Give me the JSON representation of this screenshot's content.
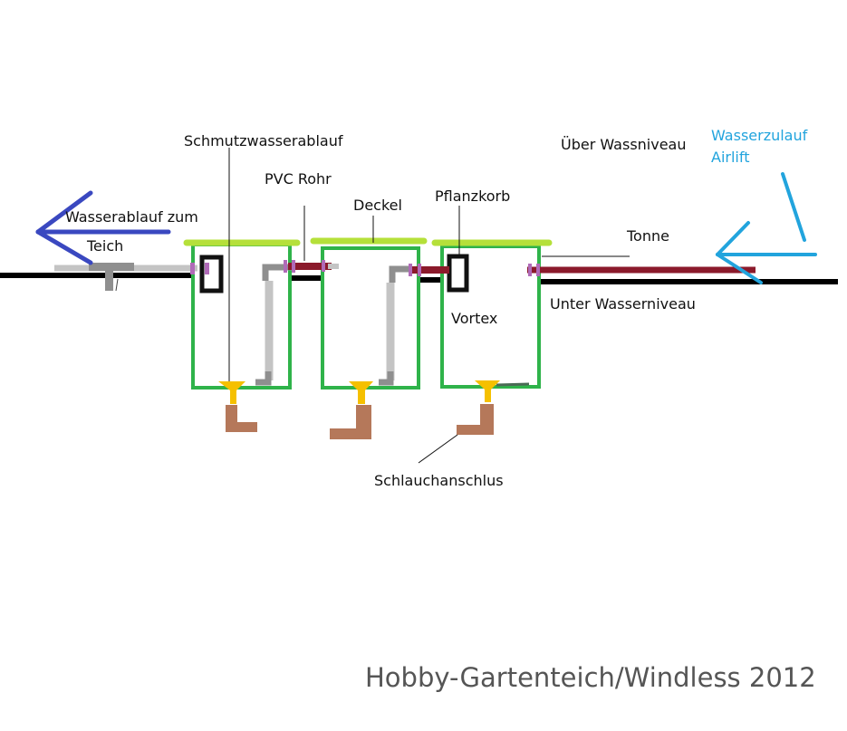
{
  "labels": {
    "schmutzwasserablauf": "Schmutzwasserablauf",
    "ueber_wassniveau": "Über Wassniveau",
    "wasserzulauf_line1": "Wasserzulauf",
    "wasserzulauf_line2": "Airlift",
    "pvc_rohr": "PVC Rohr",
    "deckel": "Deckel",
    "pflanzkorb": "Pflanzkorb",
    "wasserablauf_line1": "Wasserablauf zum",
    "wasserablauf_line2": "Teich",
    "tonne": "Tonne",
    "unter_wasserniveau": "Unter Wasserniveau",
    "vortex": "Vortex",
    "schlauchanschlus": "Schlauchanschlus"
  },
  "credit": "Hobby-Gartenteich/Windless 2012",
  "colors": {
    "barrel_outline": "#2fb34a",
    "lid": "#b5e03a",
    "water_level": "#000000",
    "pvc_pipe": "#8b1a2b",
    "inner_pipe": "#c4c4c4",
    "pipe_elbow": "#8f8f8f",
    "connector": "#b06ab8",
    "fitting": "#f5c000",
    "hose": "#b5785a",
    "outflow_arrow": "#3a48c0",
    "inflow_arrow": "#22a4dd",
    "credit_text": "#555555"
  }
}
